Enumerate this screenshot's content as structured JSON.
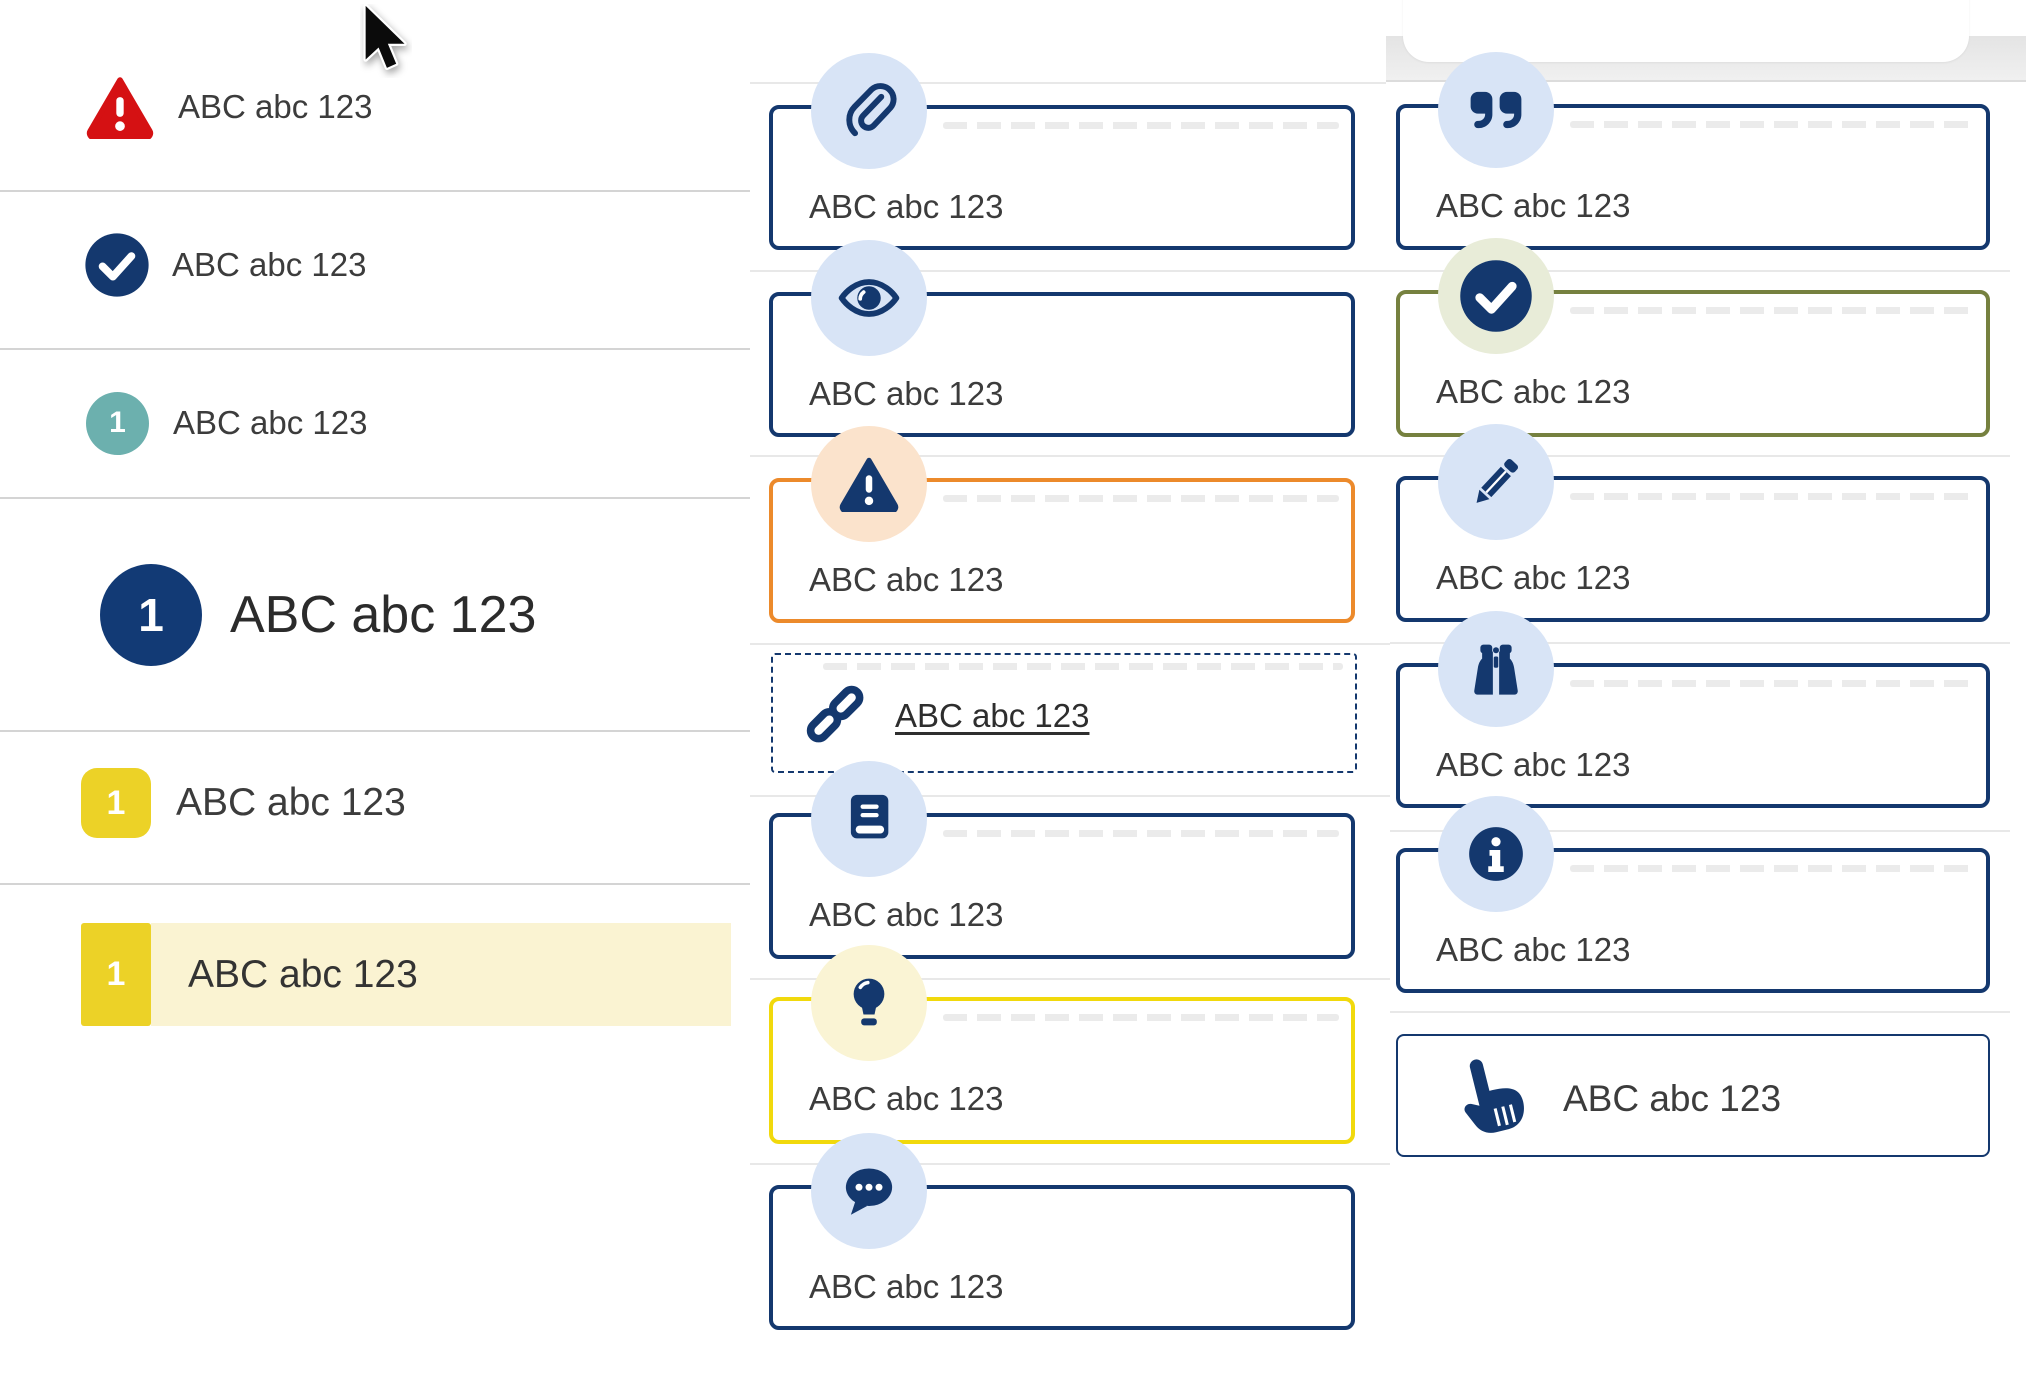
{
  "colors": {
    "navy": "#14386e",
    "light_blue": "#d8e4f6",
    "red": "#d51113",
    "teal": "#6cb0ae",
    "yellow": "#ecd227",
    "yellow_border": "#f1d90c",
    "pale_yellow": "#faf4d4",
    "row_highlight": "#faf3d2",
    "orange": "#ec8a2b",
    "peach": "#fbe3cc",
    "olive": "#76813f",
    "pale_olive": "#e8ecd8",
    "text": "#3c3c3c"
  },
  "left_list": {
    "items": [
      {
        "icon": "warning-triangle",
        "label": "ABC abc 123"
      },
      {
        "icon": "check-circle",
        "label": "ABC abc 123"
      },
      {
        "badge": "1",
        "style": "teal",
        "label": "ABC abc 123"
      },
      {
        "badge": "1",
        "style": "navy-large",
        "label": "ABC abc 123"
      },
      {
        "badge": "1",
        "style": "yellow",
        "label": "ABC abc 123"
      },
      {
        "badge": "1",
        "style": "yellow-highlight",
        "label": "ABC abc 123"
      }
    ]
  },
  "middle_callouts": [
    {
      "icon": "paperclip",
      "variant": "navy",
      "label": "ABC abc 123"
    },
    {
      "icon": "eye",
      "variant": "navy",
      "label": "ABC abc 123"
    },
    {
      "icon": "warning-triangle",
      "variant": "orange",
      "label": "ABC abc 123"
    },
    {
      "icon": "link",
      "variant": "dashed",
      "is_link": true,
      "label": "ABC abc 123"
    },
    {
      "icon": "book",
      "variant": "navy",
      "label": "ABC abc 123"
    },
    {
      "icon": "lightbulb",
      "variant": "yellow",
      "label": "ABC abc 123"
    },
    {
      "icon": "chat",
      "variant": "navy",
      "label": "ABC abc 123"
    }
  ],
  "right_callouts": [
    {
      "icon": "quote",
      "variant": "navy",
      "label": "ABC abc 123"
    },
    {
      "icon": "check-circle",
      "variant": "olive",
      "label": "ABC abc 123"
    },
    {
      "icon": "pencil",
      "variant": "navy",
      "label": "ABC abc 123"
    },
    {
      "icon": "binoculars",
      "variant": "navy",
      "label": "ABC abc 123"
    },
    {
      "icon": "info",
      "variant": "navy",
      "label": "ABC abc 123"
    },
    {
      "icon": "pointing-hand",
      "variant": "plain",
      "label": "ABC abc 123"
    }
  ]
}
